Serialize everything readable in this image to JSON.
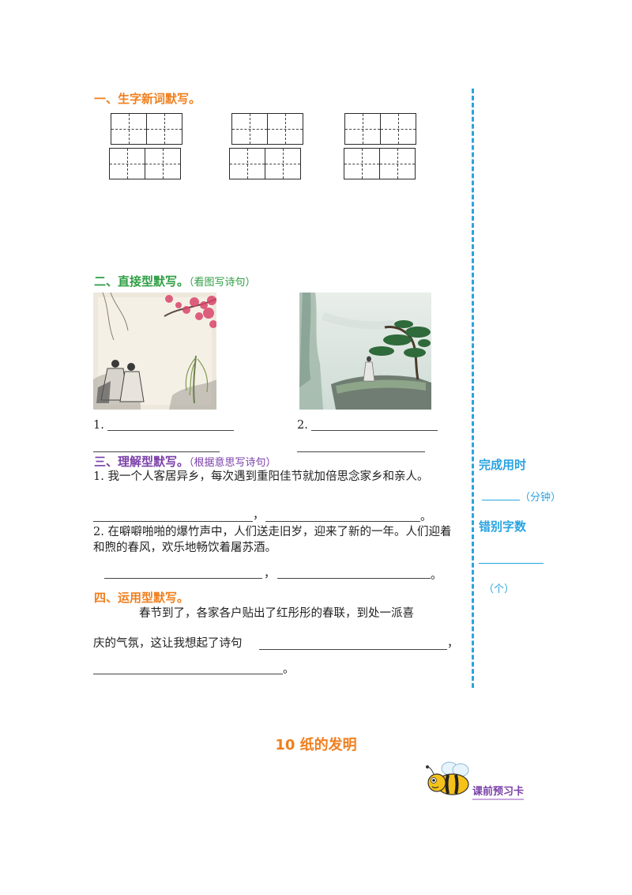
{
  "colors": {
    "orange": "#f07f1e",
    "green": "#2f9e44",
    "purple": "#7a3fa8",
    "blue": "#2aa4e0"
  },
  "section1": {
    "title": "一、生字新词默写。"
  },
  "section2": {
    "title": "二、直接型默写。",
    "hint": "（看图写诗句）",
    "items": [
      {
        "label": "1."
      },
      {
        "label": "2."
      }
    ]
  },
  "section3": {
    "title": "三、理解型默写。",
    "hint": "（根据意思写诗句）",
    "q1": {
      "text": "1. 我一个人客居异乡，每次遇到重阳佳节就加倍思念家乡和亲人。",
      "comma": "，",
      "end": "。"
    },
    "q2": {
      "text": "2. 在噼噼啪啪的爆竹声中，人们送走旧岁，迎来了新的一年。人们迎着和煦的春风，欢乐地畅饮着屠苏酒。",
      "comma": "，",
      "end": "。"
    }
  },
  "section4": {
    "title": "四、运用型默写。",
    "line1": "春节到了，各家各户贴出了红彤彤的春联，到处一派喜",
    "line2": "庆的气氛，这让我想起了诗句",
    "comma": "，",
    "end": "。"
  },
  "sidebar": {
    "time_label": "完成用时",
    "time_unit": "（分钟）",
    "error_label": "错别字数",
    "error_unit": "（个）"
  },
  "next_lesson": {
    "title": "10  纸的发明",
    "badge": "课前预习卡"
  }
}
